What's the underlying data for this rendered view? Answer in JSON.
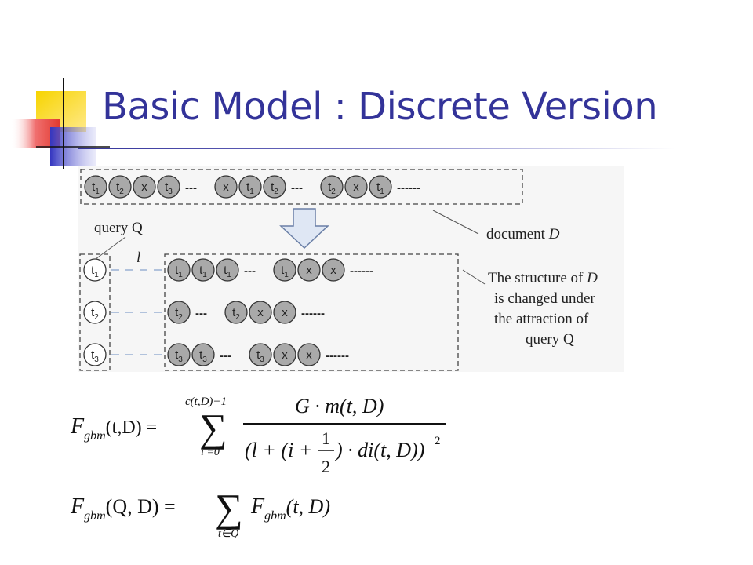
{
  "slide": {
    "title": "Basic Model : Discrete Version"
  },
  "figure": {
    "document_tokens": [
      "t1",
      "t2",
      "x",
      "t3",
      "---",
      "x",
      "t1",
      "t2",
      "---",
      "t2",
      "x",
      "t1",
      "------"
    ],
    "query_label": "query Q",
    "distance_label": "l",
    "document_label_text": "document",
    "document_label_var": "D",
    "query_terms": [
      "t1",
      "t2",
      "t3"
    ],
    "rows": [
      [
        "t1",
        "t1",
        "t1",
        "---",
        "t1",
        "x",
        "x",
        "------"
      ],
      [
        "t2",
        "---",
        "t2",
        "x",
        "x",
        "------"
      ],
      [
        "t3",
        "t3",
        "---",
        "t3",
        "x",
        "x",
        "------"
      ]
    ],
    "structure_caption": {
      "line1": "The structure of",
      "line1_var": "D",
      "line2": "is changed under",
      "line3": "the attraction of",
      "line4": "query Q"
    }
  },
  "formulas": {
    "f1": {
      "lhs_F": "F",
      "lhs_sub": "gbm",
      "lhs_args": "(t,D) =",
      "sum_top": "c(t,D)−1",
      "sum_bottom": "i =0",
      "numerator": "G · m(t, D)",
      "den_a": "(l + (i +",
      "den_b": ") · di(t, D))",
      "den_exp": "2",
      "half_num": "1",
      "half_den": "2"
    },
    "f2": {
      "lhs_F": "F",
      "lhs_sub": "gbm",
      "lhs_args": "(Q, D) =",
      "sum_bottom": "t∈Q",
      "rhs_F": "F",
      "rhs_sub": "gbm",
      "rhs_args": "(t, D)"
    }
  },
  "colors": {
    "title": "#333399",
    "token_fill": "#a9a9a9",
    "deco_yellow": "#f6d000",
    "deco_red": "#e8443a",
    "deco_blue": "#3b3fc6"
  }
}
